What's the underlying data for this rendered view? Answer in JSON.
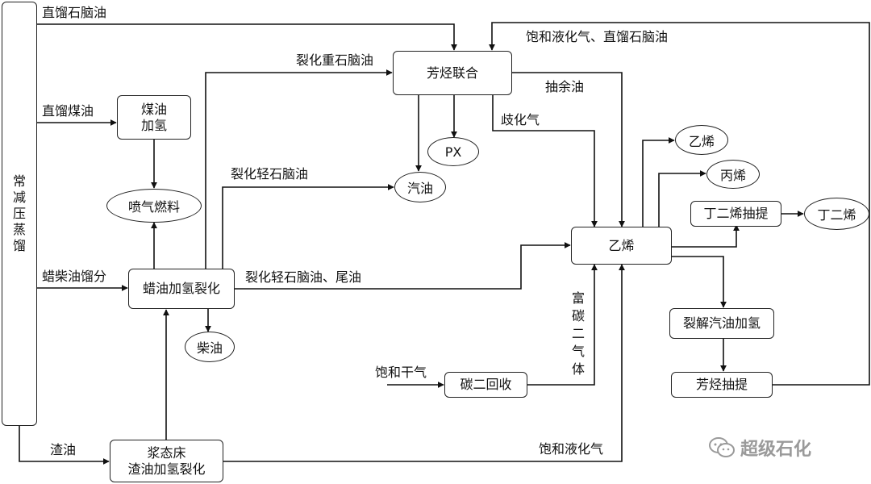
{
  "nodes": {
    "distill": [
      "常",
      "减",
      "压",
      "蒸",
      "馏"
    ],
    "kerosene_hydro": [
      "煤油",
      "加氢"
    ],
    "jet_fuel": "喷气燃料",
    "wax_hydrocrack": "蜡油加氢裂化",
    "diesel": "柴油",
    "slurry_hydrocrack": [
      "浆态床",
      "渣油加氢裂化"
    ],
    "aromatics_complex": "芳烃联合",
    "px": "PX",
    "gasoline": "汽油",
    "ethylene_unit": "乙烯",
    "ethylene_product": "乙烯",
    "propylene": "丙烯",
    "butadiene_extract": "丁二烯抽提",
    "butadiene": "丁二烯",
    "pyrolysis_gasoline_hydro": "裂解汽油加氢",
    "aromatics_extract": "芳烃抽提",
    "c2_recovery": "碳二回收"
  },
  "labels": {
    "straight_run_naphtha": "直馏石脑油",
    "straight_run_kerosene": "直馏煤油",
    "wax_diesel_fraction": "蜡柴油馏分",
    "residue": "渣油",
    "cracked_heavy_naphtha": "裂化重石脑油",
    "cracked_light_naphtha": "裂化轻石脑油",
    "cracked_light_naphtha_tail": "裂化轻石脑油、尾油",
    "raffinate": "抽余油",
    "dry_gas": "歧化气",
    "sat_lpg_naphtha": "饱和液化气、直馏石脑油",
    "sat_dry_gas": "饱和干气",
    "c2_rich_gas": [
      "富",
      "碳",
      "二",
      "气",
      "体"
    ],
    "sat_lpg": "饱和液化气"
  },
  "watermark": "超级石化"
}
